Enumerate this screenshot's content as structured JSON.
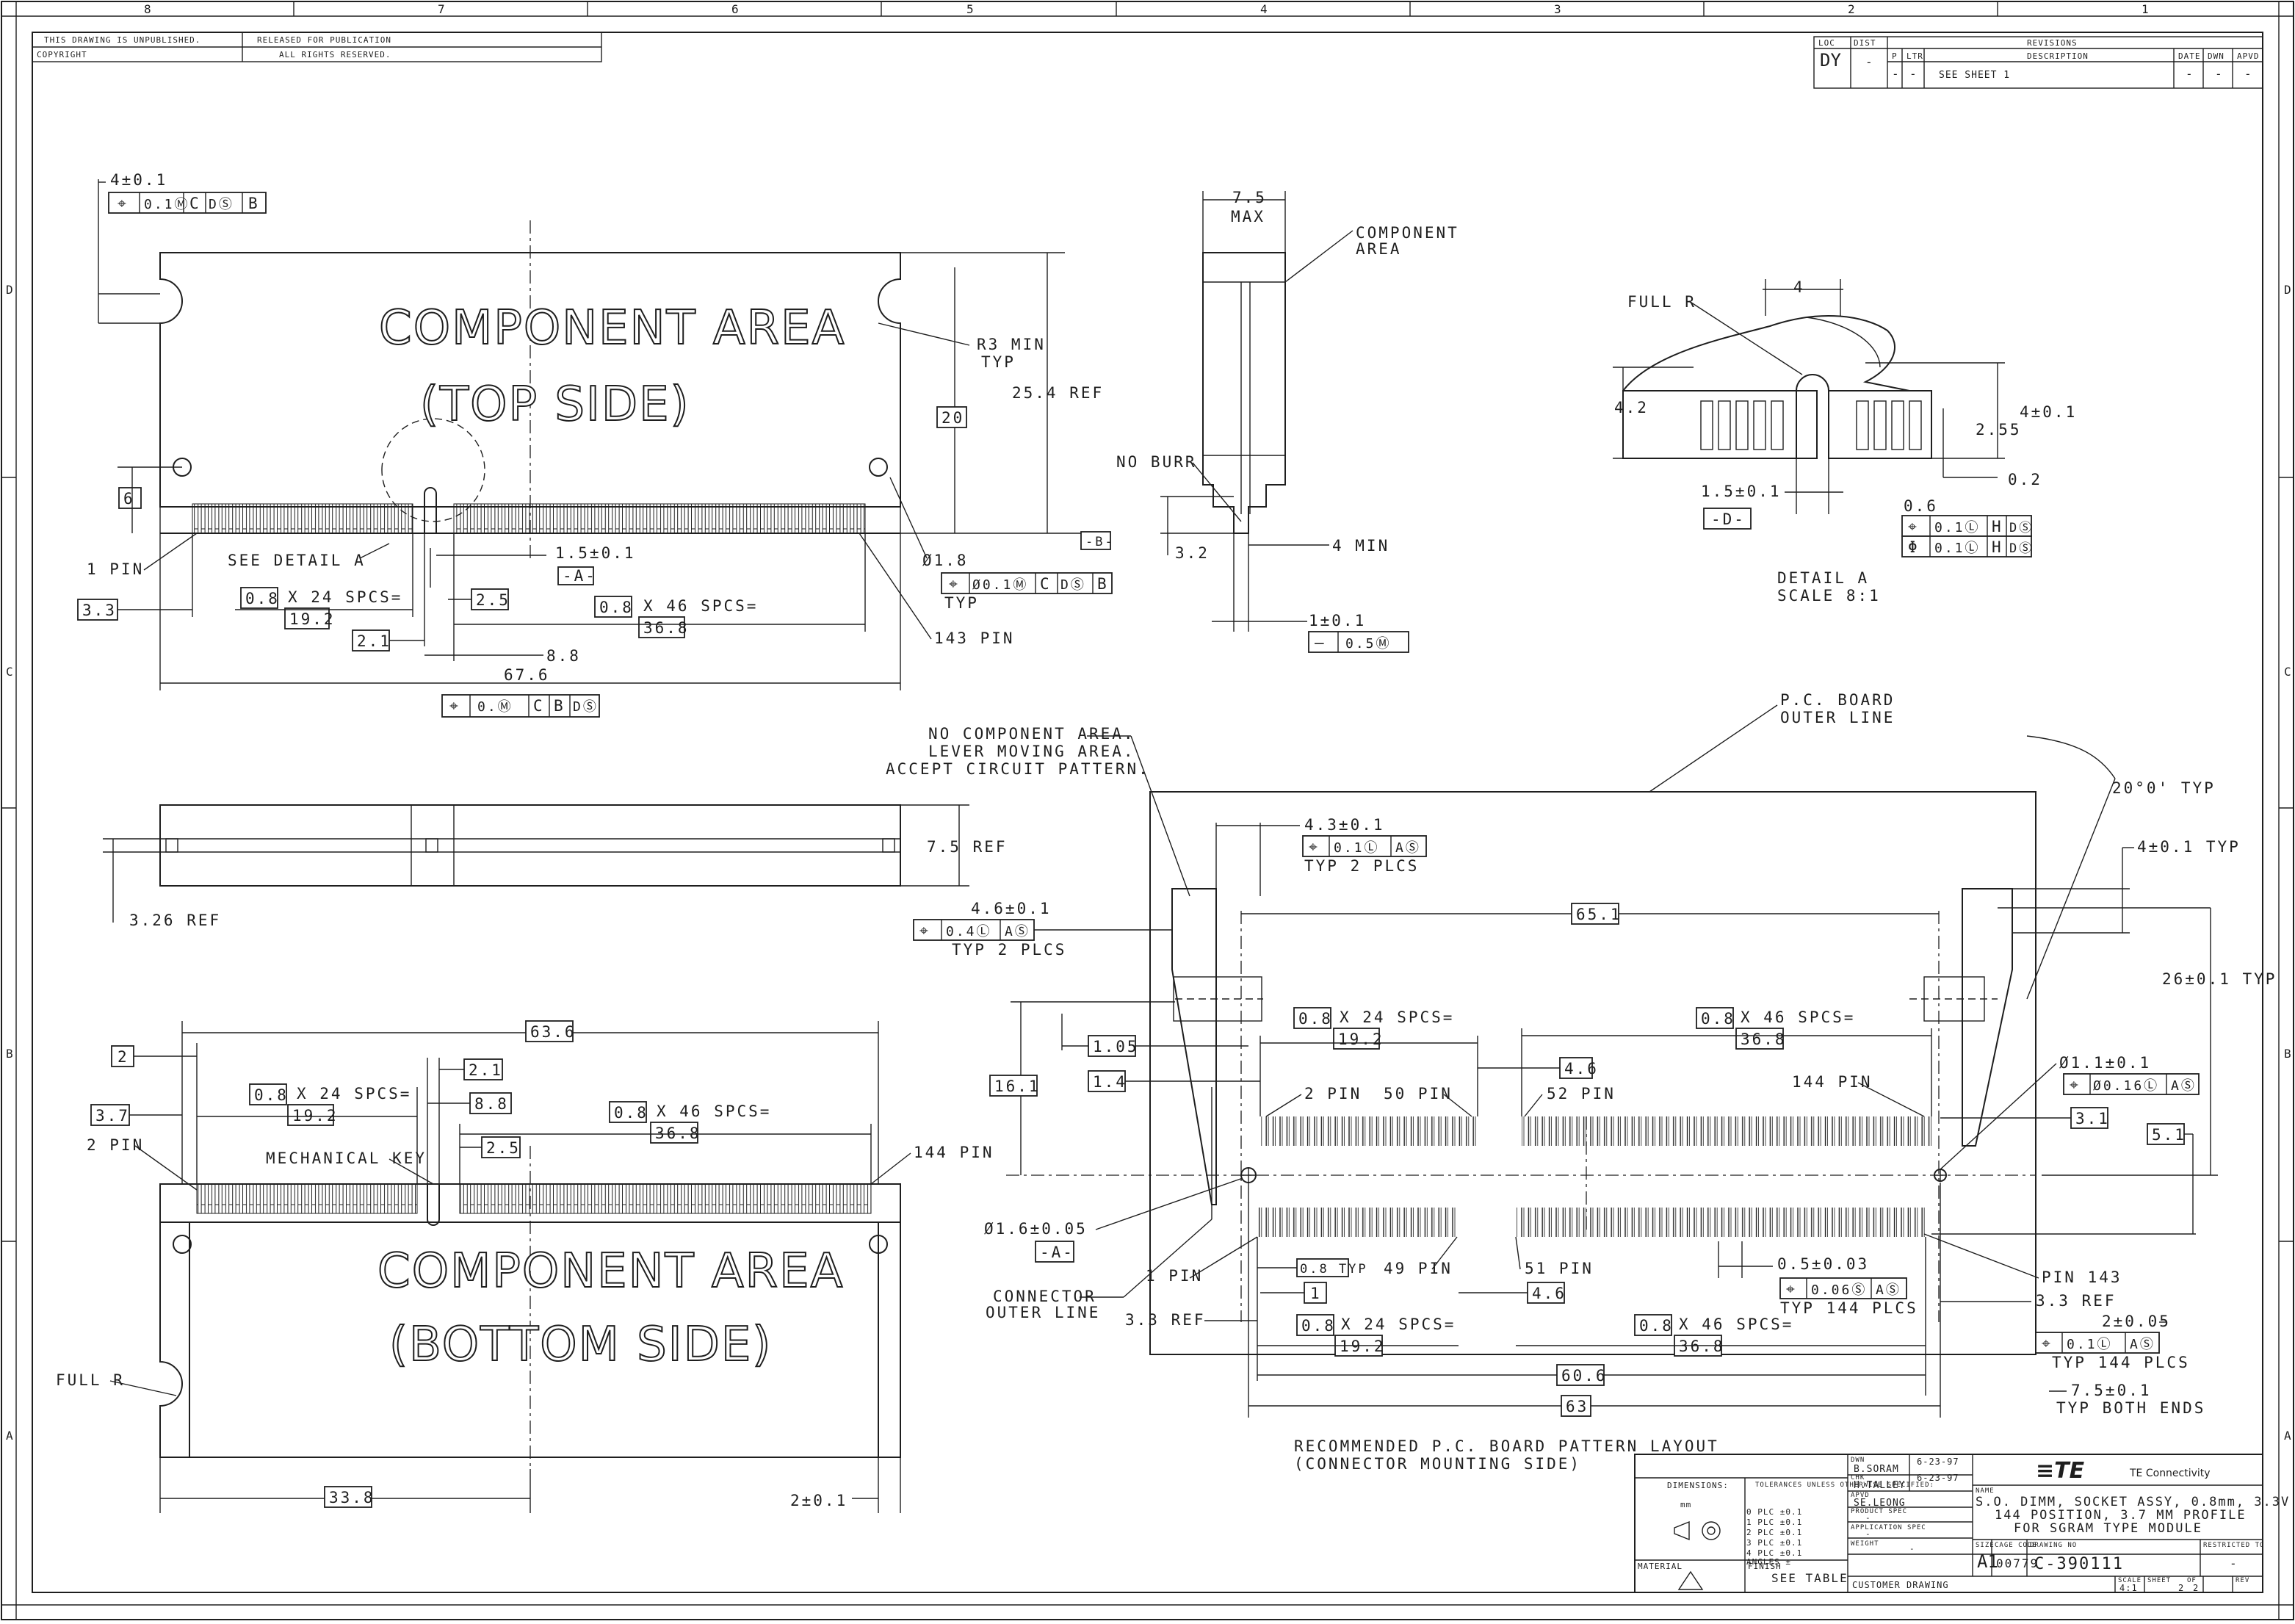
{
  "border": {
    "columns": [
      "8",
      "7",
      "6",
      "5",
      "4",
      "3",
      "2",
      "1"
    ],
    "rows": [
      "D",
      "C",
      "B",
      "A"
    ]
  },
  "header": {
    "unpublished": "THIS DRAWING IS UNPUBLISHED.",
    "copyright": "COPYRIGHT",
    "released": "RELEASED FOR PUBLICATION",
    "rights": "ALL RIGHTS RESERVED.",
    "loc_label": "LOC",
    "loc_value": "DY",
    "dist_label": "DIST",
    "dist_value": "-",
    "revisions_title": "REVISIONS",
    "rev_headers": [
      "P",
      "LTR",
      "DESCRIPTION",
      "DATE",
      "DWN",
      "APVD"
    ],
    "rev_row": [
      "-",
      "-",
      "SEE SHEET 1",
      "-",
      "-",
      "-"
    ]
  },
  "top_view": {
    "area_line1": "COMPONENT AREA",
    "area_line2": "(TOP SIDE)",
    "d_4": "4±0.1",
    "fcf1": [
      "⌖",
      "0.1Ⓜ",
      "C",
      "DⓈ",
      "B"
    ],
    "r3": "R3 MIN",
    "typ": "TYP",
    "d_20": "20",
    "d_254": "25.4 REF",
    "d_6": "6",
    "pin1": "1 PIN",
    "see_detail": "SEE DETAIL A",
    "d_15": "1.5±0.1",
    "datum_a": "-A-",
    "dia18": "Ø1.8",
    "fcf2": [
      "⌖",
      "Ø0.1Ⓜ",
      "C",
      "DⓈ",
      "B"
    ],
    "datum_b": "-B-",
    "typ2": "TYP",
    "d_33": "3.3",
    "d_08a": "0.8",
    "x24": "X 24 SPCS=",
    "d_192": "19.2",
    "d_25": "2.5",
    "d_08b": "0.8",
    "x46": "X 46 SPCS=",
    "d_368": "36.8",
    "d_21": "2.1",
    "d_88": "8.8",
    "pin143": "143 PIN",
    "d_676": "67.6",
    "fcf3": [
      "⌖",
      "0.Ⓜ",
      "C",
      "B",
      "DⓈ"
    ]
  },
  "side_view": {
    "d_75": "7.5",
    "max": "MAX",
    "comp1": "COMPONENT",
    "comp2": "AREA",
    "noburr": "NO BURR",
    "d_32": "3.2",
    "min4": "4 MIN",
    "d_1": "1±0.1",
    "fcf": [
      "—",
      "0.5Ⓜ"
    ]
  },
  "detail_a": {
    "d_4": "4",
    "full_r": "FULL R",
    "d_42": "4.2",
    "d_4b": "4±0.1",
    "d_255": "2.55",
    "d_02": "0.2",
    "d_15": "1.5±0.1",
    "datum_d": "-D-",
    "d_06": "0.6",
    "fcf_a": [
      "⌖",
      "0.1Ⓛ",
      "H",
      "DⓈ"
    ],
    "fcf_b": [
      "Φ",
      "0.1Ⓛ",
      "H",
      "DⓈ"
    ],
    "title": "DETAIL A",
    "scale": "SCALE 8:1"
  },
  "edge_view": {
    "d_75": "7.5 REF",
    "d_326": "3.26 REF"
  },
  "bottom_view": {
    "area_line1": "COMPONENT AREA",
    "area_line2": "(BOTTOM SIDE)",
    "d_636": "63.6",
    "d_2": "2",
    "d_21": "2.1",
    "d_37": "3.7",
    "d_08a": "0.8",
    "x24": "X 24 SPCS=",
    "d_192": "19.2",
    "d_88": "8.8",
    "d_08b": "0.8",
    "x46": "X 46 SPCS=",
    "d_368": "36.8",
    "pin2": "2 PIN",
    "mech_key": "MECHANICAL KEY",
    "d_25": "2.5",
    "pin144": "144 PIN",
    "full_r": "FULL R",
    "d_338": "33.8",
    "d_2b": "2±0.1"
  },
  "pcb": {
    "no_comp1": "NO COMPONENT AREA.",
    "no_comp2": "LEVER MOVING AREA.",
    "no_comp3": "ACCEPT CIRCUIT PATTERN.",
    "pcb1": "P.C. BOARD",
    "pcb2": "OUTER LINE",
    "angle": "20°0' TYP",
    "d_43": "4.3±0.1",
    "fcf1": [
      "⌖",
      "0.1Ⓛ",
      "AⓈ"
    ],
    "typ2plcs": "TYP 2 PLCS",
    "d_4typ": "4±0.1 TYP",
    "d_46": "4.6±0.1",
    "fcf2": [
      "⌖",
      "0.4Ⓛ",
      "AⓈ"
    ],
    "typ2plcs2": "TYP 2 PLCS",
    "d_651": "65.1",
    "d_26": "26±0.1 TYP",
    "d_08a": "0.8",
    "x24a": "X 24 SPCS=",
    "d_192a": "19.2",
    "d_08b": "0.8",
    "x46a": "X 46 SPCS=",
    "d_368a": "36.8",
    "d_161": "16.1",
    "d_105": "1.05",
    "d_14": "1.4",
    "pin2": "2 PIN",
    "pin50": "50 PIN",
    "d_46b": "4.6",
    "pin52": "52 PIN",
    "pin144": "144 PIN",
    "dia11": "Ø1.1±0.1",
    "fcf3": [
      "⌖",
      "Ø0.16Ⓛ",
      "AⓈ"
    ],
    "d_31": "3.1",
    "d_51": "5.1",
    "dia16": "Ø1.6±0.05",
    "datum_a": "-A-",
    "pin1": "1 PIN",
    "typ08": "0.8 TYP",
    "pin49": "49 PIN",
    "pin51": "51 PIN",
    "d_05": "0.5±0.03",
    "fcf4": [
      "⌖",
      "0.06Ⓢ",
      "AⓈ"
    ],
    "typ144": "TYP 144 PLCS",
    "pin143": "PIN 143",
    "ref33": "3.3 REF",
    "conn1": "CONNECTOR",
    "conn2": "OUTER LINE",
    "d_1": "1",
    "d_46c": "4.6",
    "d_2": "2±0.05",
    "fcf5": [
      "⌖",
      "0.1Ⓛ",
      "AⓈ"
    ],
    "typ144b": "TYP 144 PLCS",
    "ref33b": "3.3 REF",
    "d_08c": "0.8",
    "x24b": "X 24 SPCS=",
    "d_192b": "19.2",
    "d_08d": "0.8",
    "x46b": "X 46 SPCS=",
    "d_368b": "36.8",
    "d_606": "60.6",
    "d_63": "63",
    "d_75": "7.5±0.1",
    "typboth": "TYP BOTH ENDS",
    "caption1": "RECOMMENDED P.C. BOARD PATTERN LAYOUT",
    "caption2": "(CONNECTOR MOUNTING SIDE)"
  },
  "title_block": {
    "dwn_label": "DWN",
    "dwn": "B.SORAM",
    "dwn_date": "6-23-97",
    "chk_label": "CHK",
    "chk": "H.TALLEY",
    "chk_date": "6-23-97",
    "appd_label": "APVD",
    "appd": "SE.LEONG",
    "dims_label": "DIMENSIONS:",
    "tol_label": "TOLERANCES UNLESS OTHERWISE SPECIFIED:",
    "tol_rows": [
      "0 PLC ±0.1",
      "1 PLC ±0.1",
      "2 PLC ±0.1",
      "3 PLC ±0.1",
      "4 PLC ±0.1",
      "ANGLES ±"
    ],
    "mm": "mm",
    "material_label": "MATERIAL",
    "finish_label": "FINISH",
    "finish": "SEE TABLE",
    "product_spec": "PRODUCT SPEC",
    "application_spec": "APPLICATION SPEC",
    "weight": "WEIGHT",
    "logo": "≡TE",
    "company": "TE Connectivity",
    "name_label": "NAME",
    "name1": "S.O. DIMM, SOCKET ASSY, 0.8mm, 3.3V",
    "name2": "144 POSITION, 3.7 MM PROFILE",
    "name3": "FOR SGRAM TYPE MODULE",
    "size_label": "SIZE",
    "size": "A1",
    "cage_label": "CAGE CODE",
    "cage": "00779",
    "dwg_label": "DRAWING NO",
    "dwg": "C-390111",
    "restricted": "RESTRICTED TO",
    "restricted_val": "-",
    "scale_label": "SCALE",
    "scale": "4:1",
    "sheet_label": "SHEET",
    "sheet": "2",
    "of": "OF",
    "sheets": "2",
    "rev_label": "REV",
    "customer": "CUSTOMER DRAWING",
    "dash": "-"
  }
}
